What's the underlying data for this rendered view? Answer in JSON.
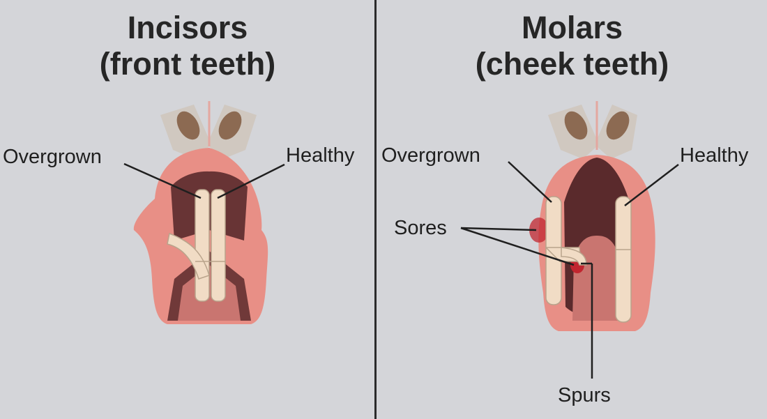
{
  "incisors": {
    "title": "Incisors",
    "subtitle": "(front teeth)",
    "labels": {
      "overgrown": "Overgrown",
      "healthy": "Healthy"
    }
  },
  "molars": {
    "title": "Molars",
    "subtitle": "(cheek teeth)",
    "labels": {
      "overgrown": "Overgrown",
      "healthy": "Healthy",
      "sores": "Sores",
      "spurs": "Spurs"
    }
  },
  "colors": {
    "background": "#d4d5d9",
    "tissue": "#e88f86",
    "tissue_light": "#f3b1a7",
    "mouth_dark": "#5a2a2c",
    "tooth": "#f1dcc5",
    "tooth_edge": "#b9a48c",
    "leader_line": "#1f1f1f",
    "sore": "#c1252f"
  }
}
